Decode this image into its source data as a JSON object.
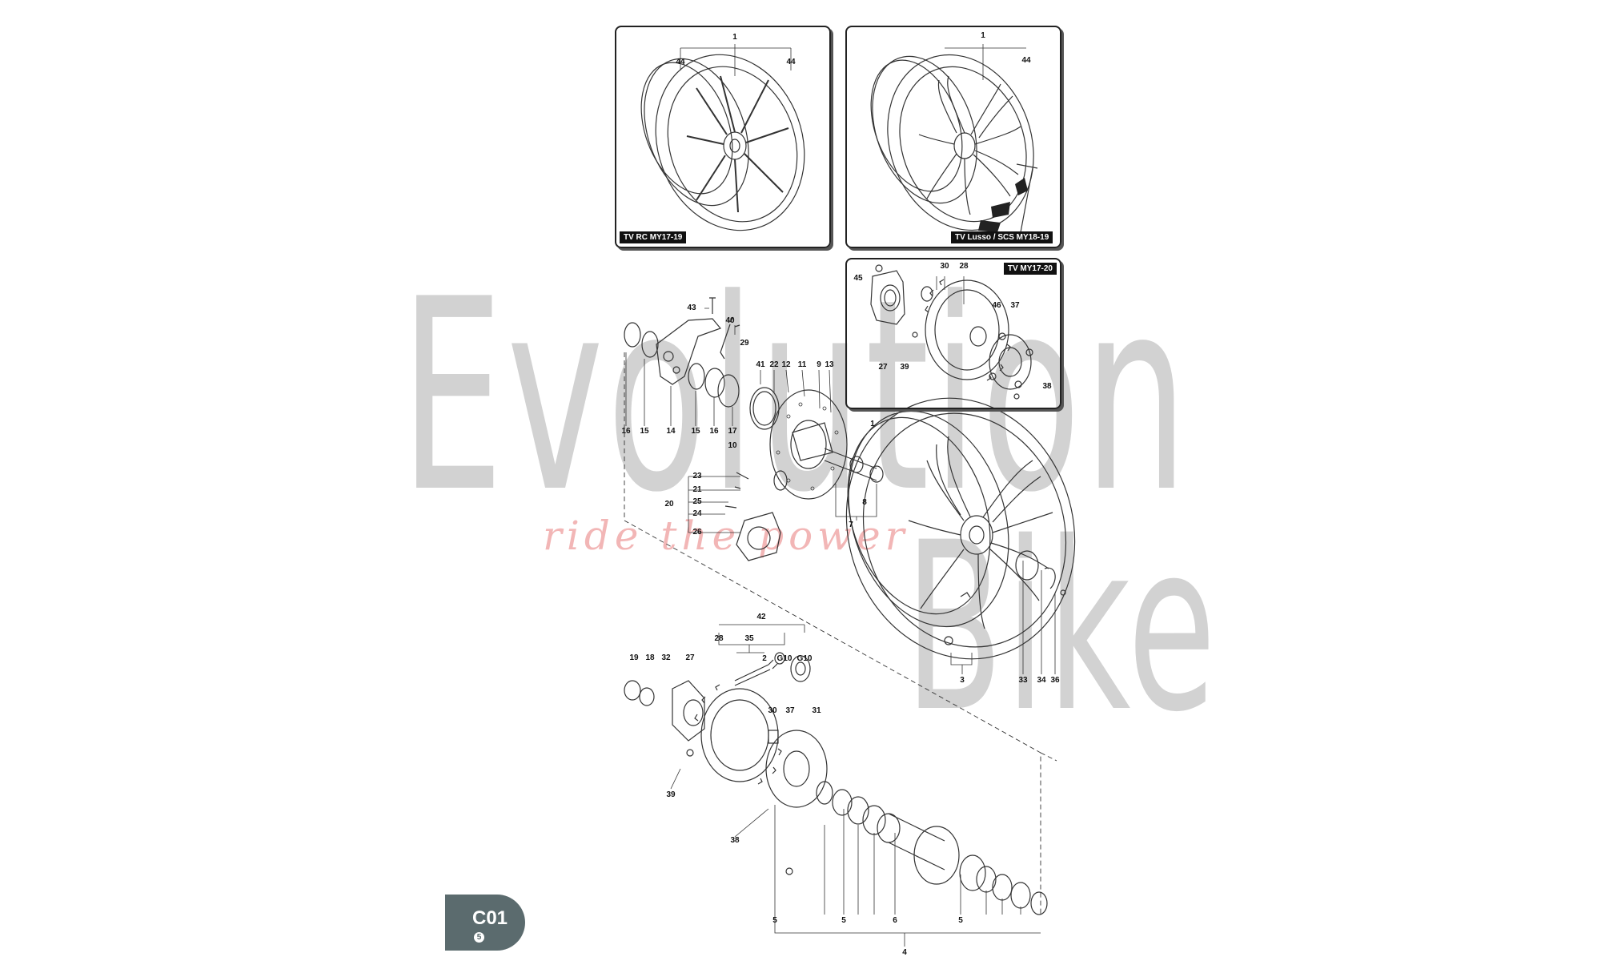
{
  "watermark": {
    "line1": "Evolution",
    "line2": "Bike",
    "tagline": "ride the power"
  },
  "insets": [
    {
      "label": "TV RC MY17-19"
    },
    {
      "label": "TV Lusso / SCS MY18-19"
    },
    {
      "label": "TV MY17-20"
    }
  ],
  "page_tab": {
    "code": "C01",
    "badge": "5"
  },
  "callouts": {
    "a1": "1",
    "a44l": "44",
    "a44r": "44",
    "b1": "1",
    "b44": "44",
    "c45": "45",
    "c30": "30",
    "c28": "28",
    "c46": "46",
    "c37": "37",
    "c27": "27",
    "c39": "39",
    "c38": "38",
    "m43": "43",
    "m40": "40",
    "m29": "29",
    "m41": "41",
    "m22": "22",
    "m12": "12",
    "m11": "11",
    "m9": "9",
    "m13": "13",
    "m16a": "16",
    "m15a": "15",
    "m14": "14",
    "m15b": "15",
    "m16b": "16",
    "m17": "17",
    "m10": "10",
    "m1": "1",
    "m23": "23",
    "m21": "21",
    "m25": "25",
    "m20": "20",
    "m24": "24",
    "m26": "26",
    "m8": "8",
    "m7": "7",
    "m3": "3",
    "m33": "33",
    "m34": "34",
    "m36": "36",
    "l42": "42",
    "l28": "28",
    "l35": "35",
    "l2": "2",
    "lg10a": "G10",
    "lg10b": "G10",
    "l19": "19",
    "l18": "18",
    "l32": "32",
    "l27": "27",
    "l30": "30",
    "l37": "37",
    "l31": "31",
    "l39": "39",
    "l38": "38",
    "l5a": "5",
    "l5b": "5",
    "l6": "6",
    "l5c": "5",
    "l4": "4"
  }
}
